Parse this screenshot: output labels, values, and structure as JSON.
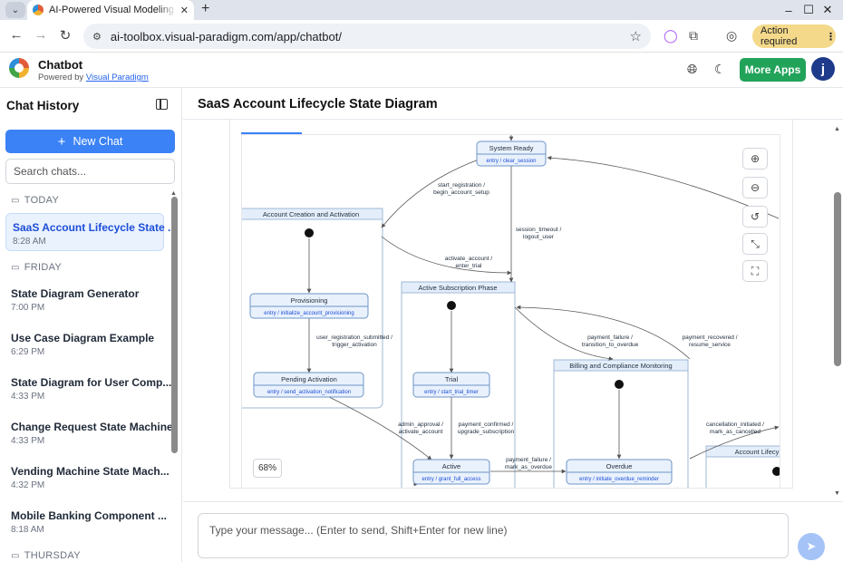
{
  "browser": {
    "tab_title": "AI-Powered Visual Modeling Ch",
    "tab_close": "✕",
    "new_tab": "+",
    "url": "ai-toolbox.visual-paradigm.com/app/chatbot/",
    "action_required": "Action required",
    "icons": [
      "tab-switcher-icon",
      "back-icon",
      "forward-icon",
      "reload-icon",
      "site-info-icon",
      "star-icon",
      "extension-icon",
      "puzzle-icon",
      "profile-icon",
      "menu-icon"
    ]
  },
  "header": {
    "app_name": "Chatbot",
    "powered_by": "Powered by",
    "powered_link": "Visual Paradigm",
    "more_apps": "More Apps",
    "avatar_letter": "j"
  },
  "sidebar": {
    "title": "Chat History",
    "new_chat": "New Chat",
    "search_placeholder": "Search chats...",
    "sections": [
      {
        "label": "TODAY",
        "items": [
          {
            "title": "SaaS Account Lifecycle State ...",
            "time": "8:28 AM",
            "active": true
          }
        ]
      },
      {
        "label": "FRIDAY",
        "items": [
          {
            "title": "State Diagram Generator",
            "time": "7:00 PM"
          },
          {
            "title": "Use Case Diagram Example",
            "time": "6:29 PM"
          },
          {
            "title": "State Diagram for User Comp...",
            "time": "4:33 PM"
          },
          {
            "title": "Change Request State Machine",
            "time": "4:33 PM"
          },
          {
            "title": "Vending Machine State Mach...",
            "time": "4:32 PM"
          },
          {
            "title": "Mobile Banking Component ...",
            "time": "8:18 AM"
          }
        ]
      },
      {
        "label": "THURSDAY",
        "items": []
      }
    ]
  },
  "main": {
    "title": "SaaS Account Lifecycle State Diagram",
    "zoom_level": "68%",
    "composer_placeholder": "Type your message... (Enter to send, Shift+Enter for new line)"
  },
  "diagram": {
    "states": {
      "system_ready": {
        "name": "System Ready",
        "action": "entry / clear_session"
      },
      "provisioning": {
        "name": "Provisioning",
        "action": "entry / initialize_account_provisioning"
      },
      "pending": {
        "name": "Pending Activation",
        "action": "entry / send_activation_notification"
      },
      "trial": {
        "name": "Trial",
        "action": "entry / start_trial_timer"
      },
      "active": {
        "name": "Active",
        "action": "entry / grant_full_access"
      },
      "overdue": {
        "name": "Overdue",
        "action": "entry / initiate_overdue_reminder"
      }
    },
    "composites": {
      "creation": "Account Creation and Activation",
      "subscription": "Active Subscription Phase",
      "billing": "Billing and Compliance Monitoring",
      "lifecycle": "Account Lifecy"
    },
    "transitions": {
      "t1a": "start_registration /",
      "t1b": "begin_account_setup",
      "t2a": "session_timeout /",
      "t2b": "logout_user",
      "t3a": "activate_account /",
      "t3b": "enter_trial",
      "t4a": "user_registration_submitted /",
      "t4b": "trigger_activation",
      "t5a": "payment_failure /",
      "t5b": "transition_to_overdue",
      "t6a": "payment_recovered /",
      "t6b": "resume_service",
      "t7a": "admin_approval /",
      "t7b": "activate_account",
      "t8a": "payment_confirmed /",
      "t8b": "upgrade_subscription",
      "t9a": "payment_failure /",
      "t9b": "mark_as_overdue",
      "t10a": "cancellation_initiated /",
      "t10b": "mark_as_cancelled"
    }
  }
}
